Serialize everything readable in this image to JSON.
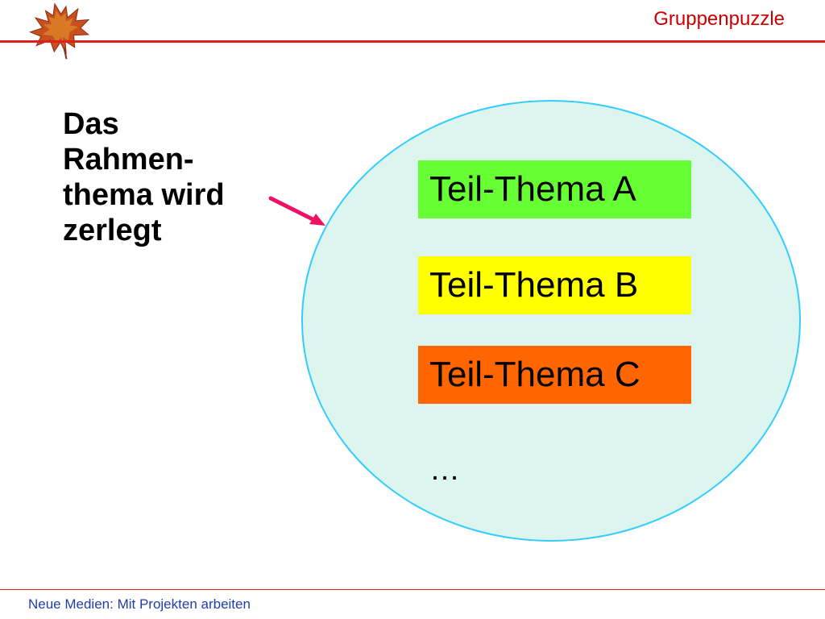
{
  "header": {
    "title": "Gruppenpuzzle"
  },
  "logo": {
    "icon": "maple-leaf-icon",
    "colors": {
      "leaf": "#c8501e",
      "leaf_shade": "#e08a2a",
      "leaf_dark": "#8a2d12"
    }
  },
  "main": {
    "statement_lines": [
      "Das",
      "Rahmen-",
      "thema wird",
      "zerlegt"
    ],
    "arrow": {
      "icon": "arrow-right-icon",
      "color": "#ee1166"
    }
  },
  "diagram": {
    "circle": {
      "fill": "#dcf5ef",
      "border": "#33ccff"
    },
    "subtopics": [
      {
        "label": "Teil-Thema A",
        "color": "#66ff33"
      },
      {
        "label": "Teil-Thema B",
        "color": "#ffff00"
      },
      {
        "label": "Teil-Thema C",
        "color": "#ff6600"
      }
    ],
    "ellipsis": "…"
  },
  "footer": {
    "text": "Neue Medien: Mit Projekten arbeiten"
  }
}
